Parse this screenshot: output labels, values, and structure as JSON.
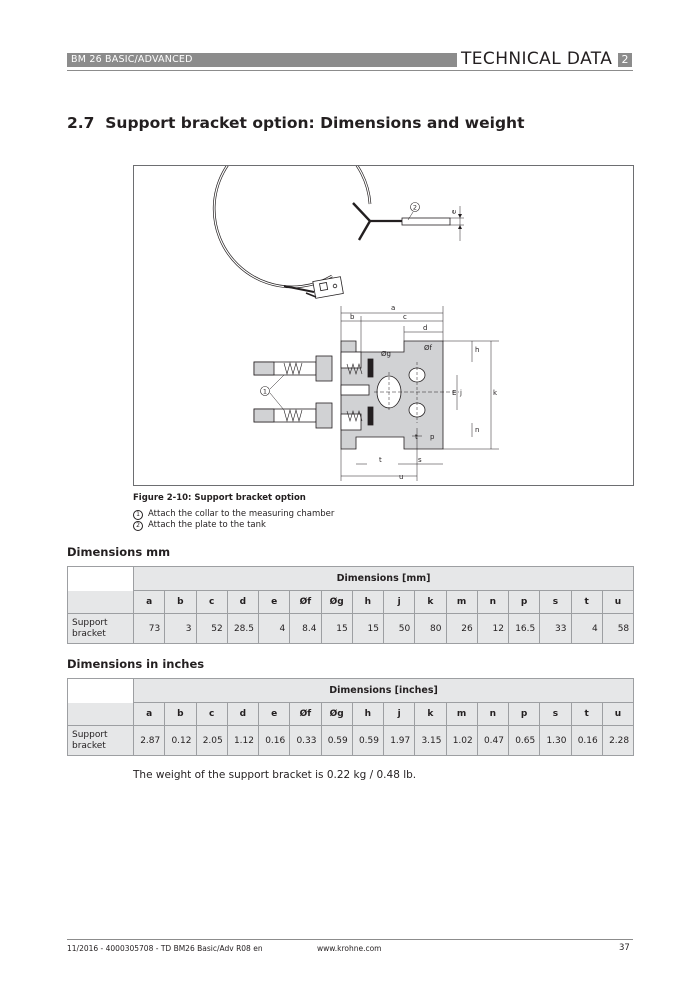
{
  "header": {
    "product": "BM 26 BASIC/ADVANCED",
    "chapter_title": "TECHNICAL DATA",
    "chapter_number": "2"
  },
  "section": {
    "number": "2.7",
    "title": "Support bracket option: Dimensions and weight"
  },
  "figure": {
    "caption": "Figure 2-10: Support bracket option",
    "legend": [
      {
        "marker": "1",
        "text": "Attach the collar to the measuring chamber"
      },
      {
        "marker": "2",
        "text": "Attach the plate to the tank"
      }
    ],
    "callouts": [
      "1",
      "2"
    ],
    "labels": [
      "a",
      "b",
      "c",
      "d",
      "e",
      "Øf",
      "Øg",
      "h",
      "j",
      "k",
      "m",
      "n",
      "p",
      "s",
      "t",
      "u",
      "E"
    ]
  },
  "tables": {
    "mm": {
      "heading": "Dimensions mm",
      "group_header": "Dimensions [mm]",
      "columns": [
        "a",
        "b",
        "c",
        "d",
        "e",
        "Øf",
        "Øg",
        "h",
        "j",
        "k",
        "m",
        "n",
        "p",
        "s",
        "t",
        "u"
      ],
      "row_label_1": "Support",
      "row_label_2": "bracket",
      "values": [
        "73",
        "3",
        "52",
        "28.5",
        "4",
        "8.4",
        "15",
        "15",
        "50",
        "80",
        "26",
        "12",
        "16.5",
        "33",
        "4",
        "58"
      ]
    },
    "inches": {
      "heading": "Dimensions in inches",
      "group_header": "Dimensions [inches]",
      "columns": [
        "a",
        "b",
        "c",
        "d",
        "e",
        "Øf",
        "Øg",
        "h",
        "j",
        "k",
        "m",
        "n",
        "p",
        "s",
        "t",
        "u"
      ],
      "row_label_1": "Support",
      "row_label_2": "bracket",
      "values": [
        "2.87",
        "0.12",
        "2.05",
        "1.12",
        "0.16",
        "0.33",
        "0.59",
        "0.59",
        "1.97",
        "3.15",
        "1.02",
        "0.47",
        "0.65",
        "1.30",
        "0.16",
        "2.28"
      ]
    }
  },
  "weight_note": "The weight of the support bracket is 0.22 kg / 0.48 lb.",
  "footer": {
    "doc_ref": "11/2016 - 4000305708 - TD BM26 Basic/Adv R08 en",
    "website": "www.krohne.com",
    "page_number": "37"
  }
}
